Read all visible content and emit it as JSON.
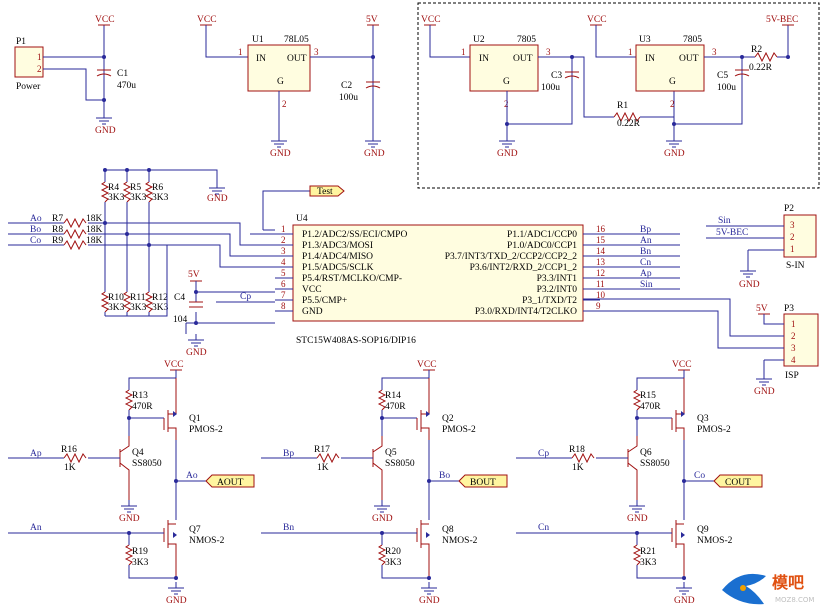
{
  "power_section": {
    "p1": {
      "ref": "P1",
      "pins": [
        "1",
        "2"
      ],
      "name": "Power"
    },
    "c1": {
      "ref": "C1",
      "value": "470u"
    },
    "u1": {
      "ref": "U1",
      "value": "78L05",
      "in": "IN",
      "out": "OUT",
      "g": "G",
      "pin1": "1",
      "pin2": "2",
      "pin3": "3"
    },
    "c2": {
      "ref": "C2",
      "value": "100u"
    },
    "u2": {
      "ref": "U2",
      "value": "7805",
      "in": "IN",
      "out": "OUT",
      "g": "G",
      "pin1": "1",
      "pin2": "2",
      "pin3": "3"
    },
    "c3": {
      "ref": "C3",
      "value": "100u"
    },
    "r1": {
      "ref": "R1",
      "value": "0.22R"
    },
    "u3": {
      "ref": "U3",
      "value": "7805",
      "in": "IN",
      "out": "OUT",
      "g": "G",
      "pin1": "1",
      "pin2": "2",
      "pin3": "3"
    },
    "c5": {
      "ref": "C5",
      "value": "100u"
    },
    "r2": {
      "ref": "R2",
      "value": "0.22R"
    }
  },
  "nets": {
    "vcc": "VCC",
    "gnd": "GND",
    "v5": "5V",
    "v5bec": "5V-BEC"
  },
  "mcu": {
    "ref": "U4",
    "part": "STC15W408AS-SOP16/DIP16",
    "test_flag": "Test",
    "left_pins": [
      {
        "num": "1",
        "name": "P1.2/ADC2/SS/ECI/CMPO"
      },
      {
        "num": "2",
        "name": "P1.3/ADC3/MOSI"
      },
      {
        "num": "3",
        "name": "P1.4/ADC4/MISO"
      },
      {
        "num": "4",
        "name": "P1.5/ADC5/SCLK"
      },
      {
        "num": "5",
        "name": "P5.4/RST/MCLKO/CMP-"
      },
      {
        "num": "6",
        "name": "VCC"
      },
      {
        "num": "7",
        "name": "P5.5/CMP+"
      },
      {
        "num": "8",
        "name": "GND"
      }
    ],
    "right_pins": [
      {
        "num": "16",
        "name": "P1.1/ADC1/CCP0",
        "net": "Bp"
      },
      {
        "num": "15",
        "name": "P1.0/ADC0/CCP1",
        "net": "An"
      },
      {
        "num": "14",
        "name": "P3.7/INT3/TXD_2/CCP2/CCP2_2",
        "net": "Bn"
      },
      {
        "num": "13",
        "name": "P3.6/INT2/RXD_2/CCP1_2",
        "net": "Cn"
      },
      {
        "num": "12",
        "name": "P3.3/INT1",
        "net": "Ap"
      },
      {
        "num": "11",
        "name": "P3.2/INT0",
        "net": "Sin"
      },
      {
        "num": "10",
        "name": "P3_1/TXD/T2",
        "net": ""
      },
      {
        "num": "9",
        "name": "P3.0/RXD/INT4/T2CLKO",
        "net": ""
      }
    ],
    "left_nets": [
      {
        "net": "Ao",
        "r": "R7",
        "val": "18K"
      },
      {
        "net": "Bo",
        "r": "R8",
        "val": "18K"
      },
      {
        "net": "Co",
        "r": "R9",
        "val": "18K"
      }
    ],
    "cp_net": "Cp",
    "upper_res": [
      {
        "ref": "R4",
        "val": "3K3"
      },
      {
        "ref": "R5",
        "val": "3K3"
      },
      {
        "ref": "R6",
        "val": "3K3"
      }
    ],
    "lower_res": [
      {
        "ref": "R10",
        "val": "3K3"
      },
      {
        "ref": "R11",
        "val": "3K3"
      },
      {
        "ref": "R12",
        "val": "3K3"
      }
    ],
    "c4": {
      "ref": "C4",
      "value": "104"
    }
  },
  "p2": {
    "ref": "P2",
    "name": "S-IN",
    "pins": [
      "3",
      "2",
      "1"
    ],
    "nets": [
      "Sin",
      "5V-BEC",
      ""
    ]
  },
  "p3": {
    "ref": "P3",
    "name": "ISP",
    "pins": [
      "1",
      "2",
      "3",
      "4"
    ]
  },
  "bridges": [
    {
      "in_p": "Ap",
      "in_n": "An",
      "rb": {
        "ref": "R16",
        "val": "1K"
      },
      "q_npn": {
        "ref": "Q4",
        "val": "SS8050"
      },
      "r_pull": {
        "ref": "R13",
        "val": "470R"
      },
      "q_p": {
        "ref": "Q1",
        "val": "PMOS-2"
      },
      "q_n": {
        "ref": "Q7",
        "val": "NMOS-2"
      },
      "r_gate": {
        "ref": "R19",
        "val": "3K3"
      },
      "out_net": "Ao",
      "out_flag": "AOUT"
    },
    {
      "in_p": "Bp",
      "in_n": "Bn",
      "rb": {
        "ref": "R17",
        "val": "1K"
      },
      "q_npn": {
        "ref": "Q5",
        "val": "SS8050"
      },
      "r_pull": {
        "ref": "R14",
        "val": "470R"
      },
      "q_p": {
        "ref": "Q2",
        "val": "PMOS-2"
      },
      "q_n": {
        "ref": "Q8",
        "val": "NMOS-2"
      },
      "r_gate": {
        "ref": "R20",
        "val": "3K3"
      },
      "out_net": "Bo",
      "out_flag": "BOUT"
    },
    {
      "in_p": "Cp",
      "in_n": "Cn",
      "rb": {
        "ref": "R18",
        "val": "1K"
      },
      "q_npn": {
        "ref": "Q6",
        "val": "SS8050"
      },
      "r_pull": {
        "ref": "R15",
        "val": "470R"
      },
      "q_p": {
        "ref": "Q3",
        "val": "PMOS-2"
      },
      "q_n": {
        "ref": "Q9",
        "val": "NMOS-2"
      },
      "r_gate": {
        "ref": "R21",
        "val": "3K3"
      },
      "out_net": "Co",
      "out_flag": "COUT"
    }
  ],
  "watermark": {
    "text": "模吧",
    "sub": "MOZ8.COM"
  }
}
